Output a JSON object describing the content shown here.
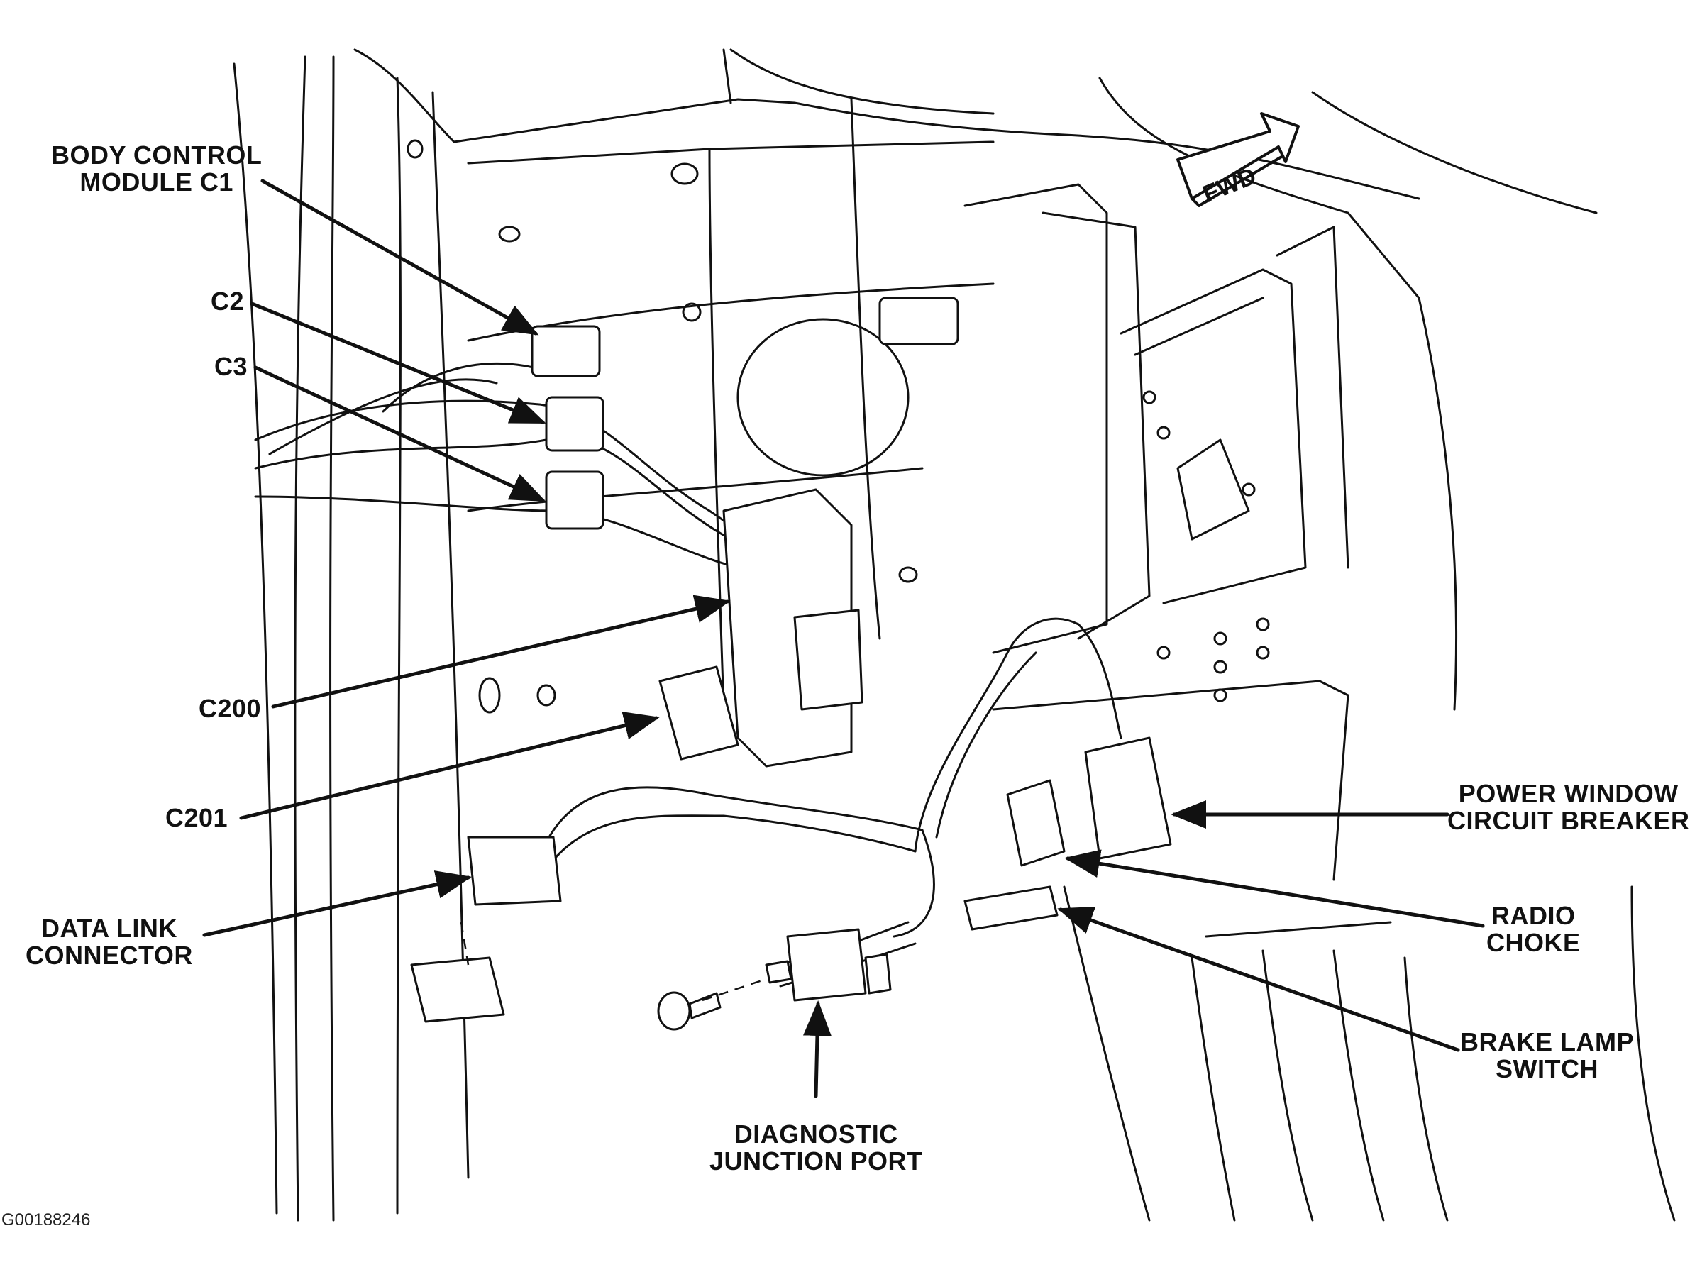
{
  "labels": {
    "body_control_module_c1": [
      "BODY CONTROL",
      "MODULE  C1"
    ],
    "c2": "C2",
    "c3": "C3",
    "c200": "C200",
    "c201": "C201",
    "data_link_connector": [
      "DATA LINK",
      "CONNECTOR"
    ],
    "diagnostic_junction_port": [
      "DIAGNOSTIC",
      "JUNCTION PORT"
    ],
    "power_window_circuit_breaker": [
      "POWER WINDOW",
      "CIRCUIT BREAKER"
    ],
    "radio_choke": [
      "RADIO",
      "CHOKE"
    ],
    "brake_lamp_switch": [
      "BRAKE LAMP",
      "SWITCH"
    ]
  },
  "direction_marker": "FWD",
  "figure_id": "G00188246",
  "colors": {
    "ink": "#111111",
    "background": "#ffffff"
  }
}
